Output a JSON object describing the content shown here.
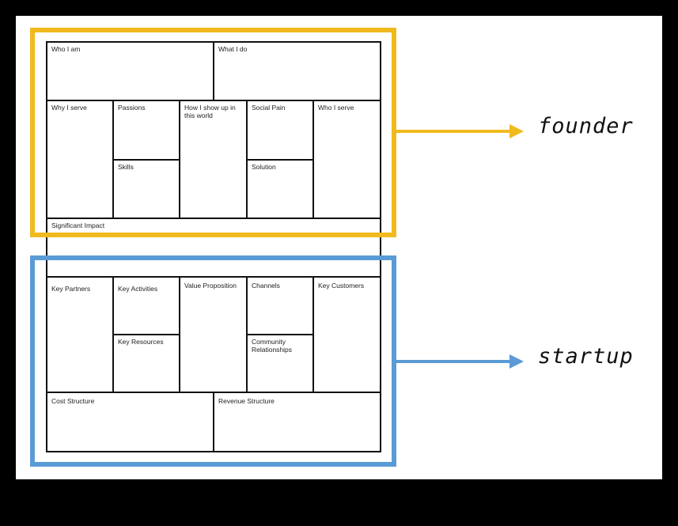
{
  "colors": {
    "founder": "#F0BA1E",
    "startup": "#5B9BD5"
  },
  "canvas": {
    "labels": {
      "who_i_am": "Who I am",
      "what_i_do": "What I do",
      "why_i_serve": "Why I serve",
      "passions": "Passions",
      "skills": "Skills",
      "how_i_show_up": "How I show up in this world",
      "social_pain": "Social Pain",
      "solution": "Solution",
      "who_i_serve": "Who I serve",
      "significant_impact": "Significant Impact",
      "key_partners": "Key Partners",
      "key_activities": "Key Activities",
      "key_resources": "Key Resources",
      "value_proposition": "Value Proposition",
      "channels": "Channels",
      "community_relationships": "Community Relationships",
      "key_customers": "Key Customers",
      "cost_structure": "Cost Structure",
      "revenue_structure": "Revenue Structure"
    }
  },
  "callouts": {
    "founder": "founder",
    "startup": "startup"
  }
}
